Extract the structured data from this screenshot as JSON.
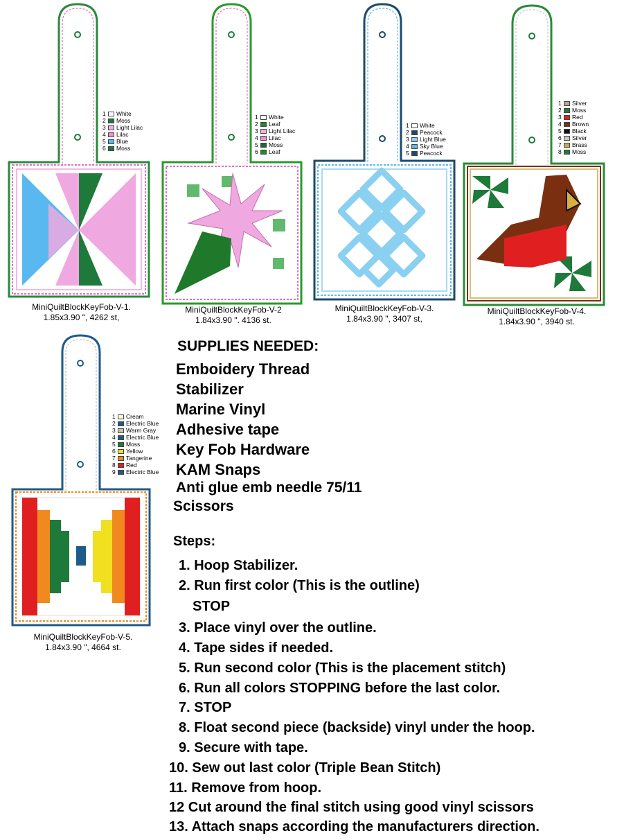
{
  "fobs": [
    {
      "caption_name": "MiniQuiltBlockKeyFob-V-1.",
      "caption_size": "1.85x3.90 \", 4262 st,",
      "outline_color": "#2a8a3a",
      "legend": [
        {
          "num": "1",
          "name": "White",
          "color": "#ffffff"
        },
        {
          "num": "2",
          "name": "Moss",
          "color": "#1e7a3a"
        },
        {
          "num": "3",
          "name": "Light Lilac",
          "color": "#f0b0e0"
        },
        {
          "num": "4",
          "name": "Lilac",
          "color": "#e890d8"
        },
        {
          "num": "5",
          "name": "Blue",
          "color": "#5ab8f0"
        },
        {
          "num": "6",
          "name": "Moss",
          "color": "#1e7a3a"
        }
      ]
    },
    {
      "caption_name": "MiniQuiltBlockKeyFob-V-2",
      "caption_size": "1.84x3.90 \". 4136 st.",
      "outline_color": "#2a9a2a",
      "legend": [
        {
          "num": "1",
          "name": "White",
          "color": "#ffffff"
        },
        {
          "num": "2",
          "name": "Leaf",
          "color": "#1f8a2a"
        },
        {
          "num": "3",
          "name": "Light Lilac",
          "color": "#f0b0e0"
        },
        {
          "num": "4",
          "name": "Lilac",
          "color": "#e890d8"
        },
        {
          "num": "5",
          "name": "Moss",
          "color": "#1e6a2a"
        },
        {
          "num": "6",
          "name": "Leaf",
          "color": "#1f8a2a"
        }
      ]
    },
    {
      "caption_name": "MiniQuiltBlockKeyFob-V-3.",
      "caption_size": "1.84x3.90 \", 3407 st,",
      "outline_color": "#1e4a6a",
      "legend": [
        {
          "num": "1",
          "name": "White",
          "color": "#ffffff"
        },
        {
          "num": "2",
          "name": "Peacock",
          "color": "#1e4a6a"
        },
        {
          "num": "3",
          "name": "Light Blue",
          "color": "#8ad0f0"
        },
        {
          "num": "4",
          "name": "Sky Blue",
          "color": "#5ab8e8"
        },
        {
          "num": "5",
          "name": "Peacock",
          "color": "#1e4a6a"
        }
      ]
    },
    {
      "caption_name": "MiniQuiltBlockKeyFob-V-4.",
      "caption_size": "1.84x3.90 \", 3940 st.",
      "outline_color": "#2a8a3a",
      "legend": [
        {
          "num": "1",
          "name": "Silver",
          "color": "#b0a890"
        },
        {
          "num": "2",
          "name": "Moss",
          "color": "#1e7a3a"
        },
        {
          "num": "3",
          "name": "Red",
          "color": "#e02020"
        },
        {
          "num": "4",
          "name": "Brown",
          "color": "#7a3010"
        },
        {
          "num": "5",
          "name": "Black",
          "color": "#111111"
        },
        {
          "num": "6",
          "name": "Silver",
          "color": "#c8c8c8"
        },
        {
          "num": "7",
          "name": "Brass",
          "color": "#c8a850"
        },
        {
          "num": "8",
          "name": "Moss",
          "color": "#1e7a3a"
        }
      ]
    },
    {
      "caption_name": "MiniQuiltBlockKeyFob-V-5.",
      "caption_size": "1.84x3.90 \", 4664 st.",
      "outline_color": "#1e5a8a",
      "legend": [
        {
          "num": "1",
          "name": "Cream",
          "color": "#fff8d8"
        },
        {
          "num": "2",
          "name": "Electric Blue",
          "color": "#1e5a8a"
        },
        {
          "num": "3",
          "name": "Warm Gray",
          "color": "#c8c0b0"
        },
        {
          "num": "4",
          "name": "Electric Blue",
          "color": "#1e5a8a"
        },
        {
          "num": "5",
          "name": "Moss",
          "color": "#1e7a3a"
        },
        {
          "num": "6",
          "name": "Yellow",
          "color": "#f0e020"
        },
        {
          "num": "7",
          "name": "Tangerine",
          "color": "#f08a1e"
        },
        {
          "num": "8",
          "name": "Red",
          "color": "#e02020"
        },
        {
          "num": "9",
          "name": "Electric Blue",
          "color": "#1e5a8a"
        }
      ]
    }
  ],
  "supplies": {
    "heading": "SUPPLIES NEEDED:",
    "items": [
      "Emboidery Thread",
      "Stabilizer",
      "Marine Vinyl",
      "Adhesive tape",
      "Key Fob Hardware",
      "KAM Snaps",
      "Anti glue emb needle 75/11",
      "Scissors"
    ]
  },
  "steps": {
    "heading": "Steps:",
    "items": [
      "1. Hoop Stabilizer.",
      "2. Run first color  (This is the outline)",
      "STOP",
      "3. Place vinyl over the outline.",
      "4. Tape sides if needed.",
      "5. Run second color (This is the placement stitch)",
      "6. Run all colors STOPPING before the last color.",
      "7. STOP",
      "8. Float second piece (backside) vinyl under the hoop.",
      "9. Secure with tape.",
      "10. Sew out last color (Triple Bean Stitch)",
      "11. Remove from hoop.",
      "12 Cut around the final stitch using good vinyl scissors",
      "13. Attach snaps according the manufacturers direction."
    ]
  }
}
